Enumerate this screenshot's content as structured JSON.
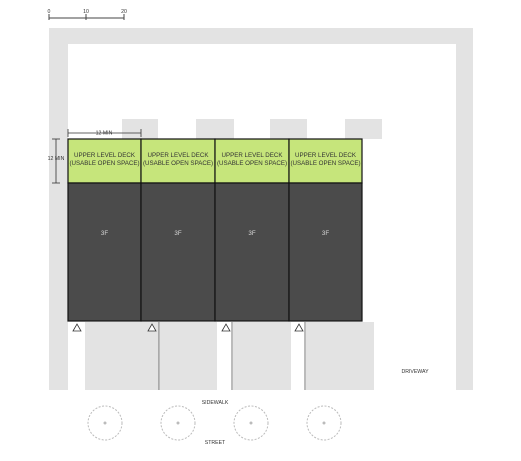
{
  "scale_bar": {
    "ticks": [
      "0",
      "10",
      "20"
    ]
  },
  "dimensions": {
    "top_width": "12 MIN",
    "left_depth": "12 MIN"
  },
  "units": [
    {
      "deck_line1": "UPPER LEVEL DECK",
      "deck_line2": "(USABLE OPEN SPACE)",
      "unit_label": "3F"
    },
    {
      "deck_line1": "UPPER LEVEL DECK",
      "deck_line2": "(USABLE OPEN SPACE)",
      "unit_label": "3F"
    },
    {
      "deck_line1": "UPPER LEVEL DECK",
      "deck_line2": "(USABLE OPEN SPACE)",
      "unit_label": "3F"
    },
    {
      "deck_line1": "UPPER LEVEL DECK",
      "deck_line2": "(USABLE OPEN SPACE)",
      "unit_label": "3F"
    }
  ],
  "labels": {
    "driveway": "DRIVEWAY",
    "sidewalk": "SIDEWALK",
    "street": "STREET"
  },
  "colors": {
    "site_gray": "#e3e3e3",
    "deck_green": "#c6e57b",
    "building_dark": "#4b4b4b",
    "outline": "#111111",
    "tree": "#bbbbbb"
  }
}
